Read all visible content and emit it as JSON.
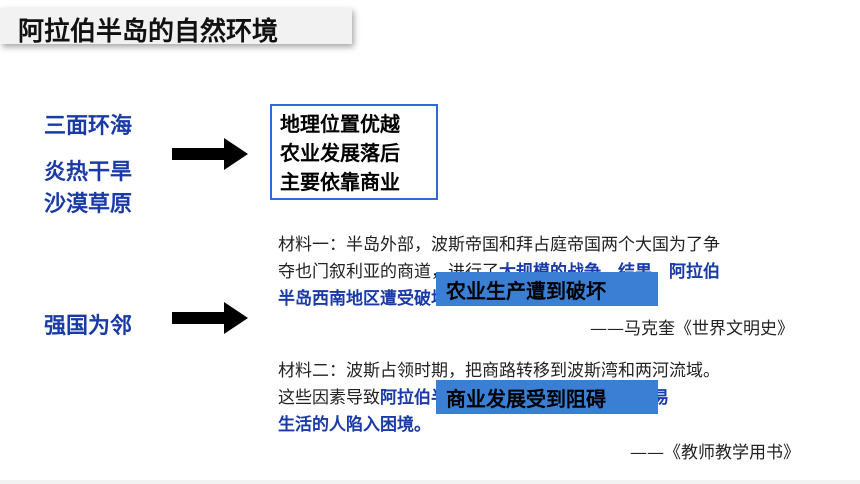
{
  "title": "阿拉伯半岛的自然环境",
  "left_labels": {
    "l1": "三面环海",
    "l2": "炎热干旱",
    "l3": "沙漠草原",
    "l4": "强国为邻"
  },
  "result_box": {
    "line1": "地理位置优越",
    "line2": "农业发展落后",
    "line3": "主要依靠商业"
  },
  "material1": {
    "line1": "材料一：半岛外部，波斯帝国和拜占庭帝国两个大国为了争",
    "line2_a": "夺也门叙利亚的商道，进行了",
    "line2_b": "大规模的战争。结果，阿拉伯",
    "line3": "半岛西南地区遭受破坏",
    "source": "——马克奎《世界文明史》"
  },
  "material2": {
    "line1": "材料二：波斯占领时期，把商路转移到波斯湾和两河流域。",
    "line2_a": "这些因素导致",
    "line2_b": "阿拉伯半岛商业发展濒临崩溃，靠贸易",
    "line3": "生活的人陷入困境。",
    "source": "——《教师教学用书》"
  },
  "tags": {
    "tag1": "农业生产遭到破坏",
    "tag2": "商业发展受到阻碍"
  },
  "colors": {
    "label_blue": "#1a3aa7",
    "tag_blue": "#3a7fd4",
    "box_border": "#2e6bd6"
  }
}
